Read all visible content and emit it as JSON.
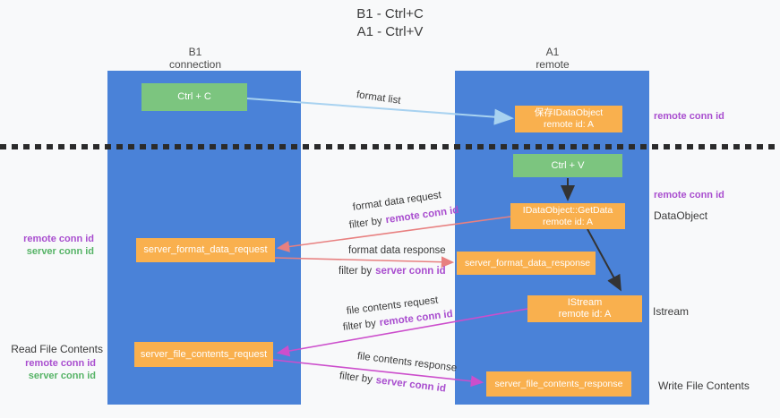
{
  "title": {
    "line1": "B1 - Ctrl+C",
    "line2": "A1 - Ctrl+V"
  },
  "columns": {
    "left": {
      "name": "B1",
      "subtitle": "connection"
    },
    "right": {
      "name": "A1",
      "subtitle": "remote"
    }
  },
  "nodes": {
    "ctrl_c": {
      "label": "Ctrl + C"
    },
    "save_dataobject": {
      "line1": "保存IDataObject",
      "line2": "remote id: A"
    },
    "ctrl_v": {
      "label": "Ctrl + V"
    },
    "getdata": {
      "line1": "IDataObject::GetData",
      "line2": "remote id: A"
    },
    "format_request": {
      "label": "server_format_data_request"
    },
    "format_response": {
      "label": "server_format_data_response"
    },
    "istream": {
      "line1": "IStream",
      "line2": "remote id: A"
    },
    "file_request": {
      "label": "server_file_contents_request"
    },
    "file_response": {
      "label": "server_file_contents_response"
    }
  },
  "edge_labels": {
    "format_list": "format list",
    "format_data_request": "format data request",
    "format_data_response": "format data response",
    "file_contents_request": "file contents request",
    "file_contents_response": "file contents response",
    "filter_by": "filter by",
    "remote_conn_id": "remote conn id",
    "server_conn_id": "server conn id"
  },
  "side_labels": {
    "remote_conn_id": "remote conn id",
    "server_conn_id": "server conn id",
    "dataobject": "DataObject",
    "istream": "Istream",
    "read_file_contents": "Read File Contents",
    "write_file_contents": "Write File Contents"
  },
  "colors": {
    "column_blue": "#4a82d8",
    "node_orange": "#f9b04e",
    "node_green": "#7cc57f",
    "arrow_light_blue": "#a8d2f0",
    "arrow_salmon": "#e88080",
    "arrow_magenta": "#cc4ecc",
    "arrow_black": "#333333",
    "label_purple": "#a94ecf",
    "label_green": "#56b366",
    "text_dark": "#3a3a3c"
  }
}
